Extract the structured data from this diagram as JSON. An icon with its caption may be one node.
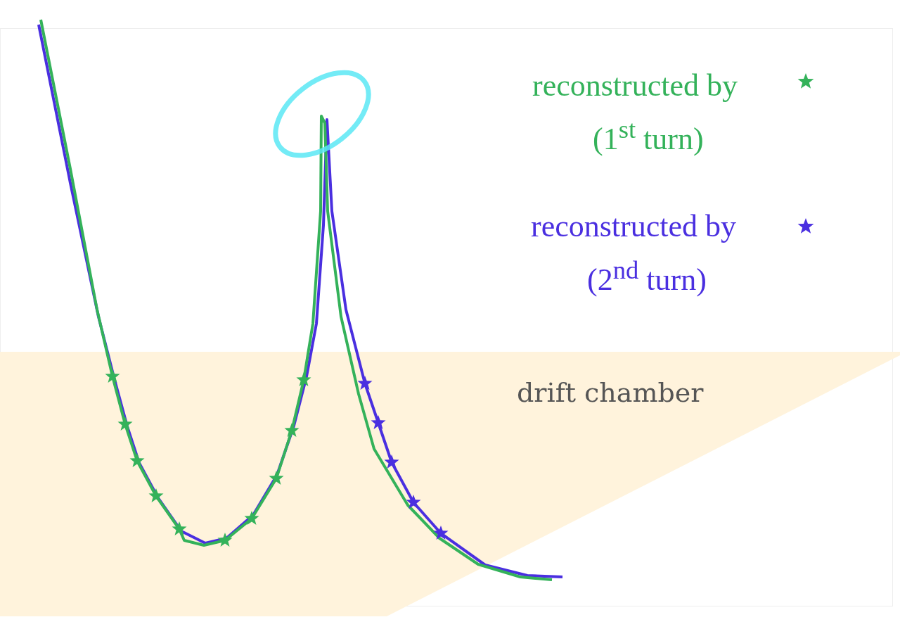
{
  "diagram": {
    "nodes": [
      {
        "text": [
          "drift chamber"
        ]
      }
    ],
    "labels": [
      "reconstructed by",
      "(1$^{st}$ turn)",
      "reconstructed by",
      "(2$^{nd}$ turn)"
    ]
  }
}
